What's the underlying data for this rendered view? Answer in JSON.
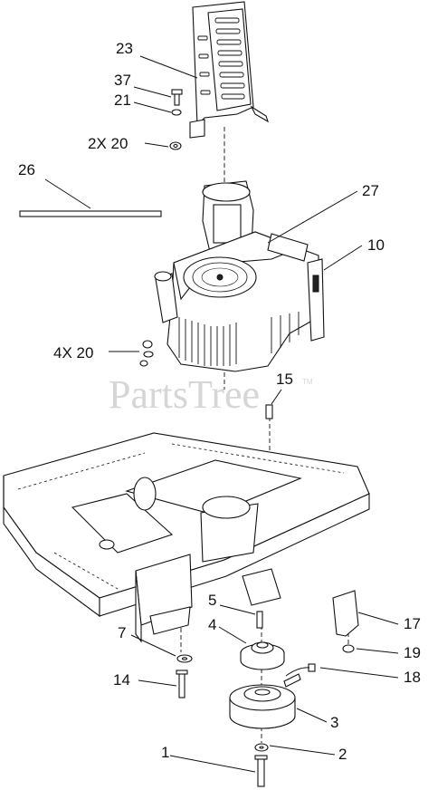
{
  "watermark": {
    "text": "PartsTree",
    "trademark": "TM"
  },
  "callouts": [
    {
      "id": "c23",
      "label": "23"
    },
    {
      "id": "c37",
      "label": "37"
    },
    {
      "id": "c21",
      "label": "21"
    },
    {
      "id": "c2x20",
      "label": "2X 20"
    },
    {
      "id": "c26",
      "label": "26"
    },
    {
      "id": "c27",
      "label": "27"
    },
    {
      "id": "c10",
      "label": "10"
    },
    {
      "id": "c4x20",
      "label": "4X 20"
    },
    {
      "id": "c15",
      "label": "15"
    },
    {
      "id": "c5",
      "label": "5"
    },
    {
      "id": "c4",
      "label": "4"
    },
    {
      "id": "c7",
      "label": "7"
    },
    {
      "id": "c17",
      "label": "17"
    },
    {
      "id": "c19",
      "label": "19"
    },
    {
      "id": "c18",
      "label": "18"
    },
    {
      "id": "c14",
      "label": "14"
    },
    {
      "id": "c3",
      "label": "3"
    },
    {
      "id": "c1",
      "label": "1"
    },
    {
      "id": "c2",
      "label": "2"
    }
  ]
}
